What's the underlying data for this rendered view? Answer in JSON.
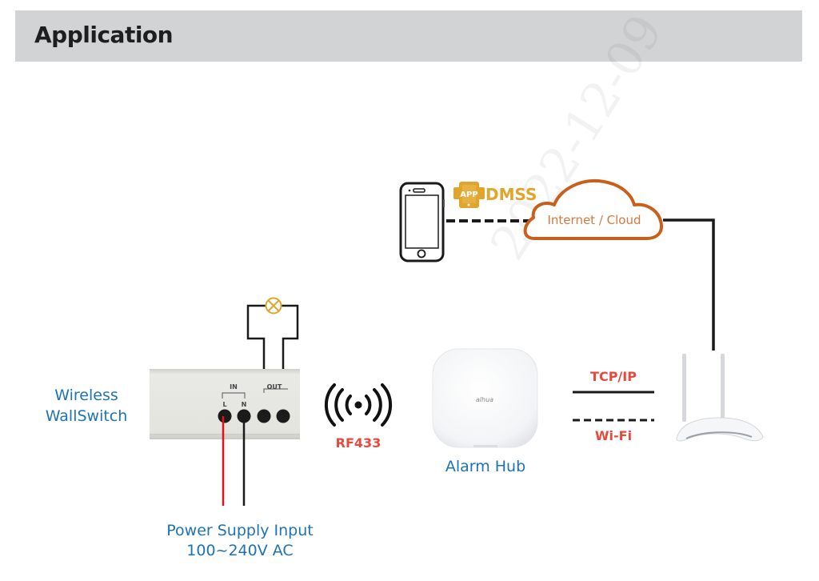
{
  "header": {
    "title": "Application"
  },
  "diagram": {
    "app": {
      "badge": "APP",
      "name": "DMSS"
    },
    "cloud": {
      "label": "Internet / Cloud"
    },
    "switch": {
      "label_line1": "Wireless",
      "label_line2": "WallSwitch",
      "in_label": "IN",
      "out_label": "OUT",
      "terminal_l": "L",
      "terminal_n": "N"
    },
    "rf": {
      "label": "RF433"
    },
    "hub": {
      "label": "Alarm Hub",
      "brand": "alhua"
    },
    "links": {
      "tcpip": "TCP/IP",
      "wifi": "Wi-Fi"
    },
    "power": {
      "label_line1": "Power Supply Input",
      "label_line2": "100~240V AC"
    },
    "watermark": "2022-12-09",
    "colors": {
      "orange": "#c8601c",
      "gold": "#e0a52a",
      "blue": "#1e73b6",
      "red": "#e8493c",
      "live_wire": "#e3101a"
    }
  }
}
